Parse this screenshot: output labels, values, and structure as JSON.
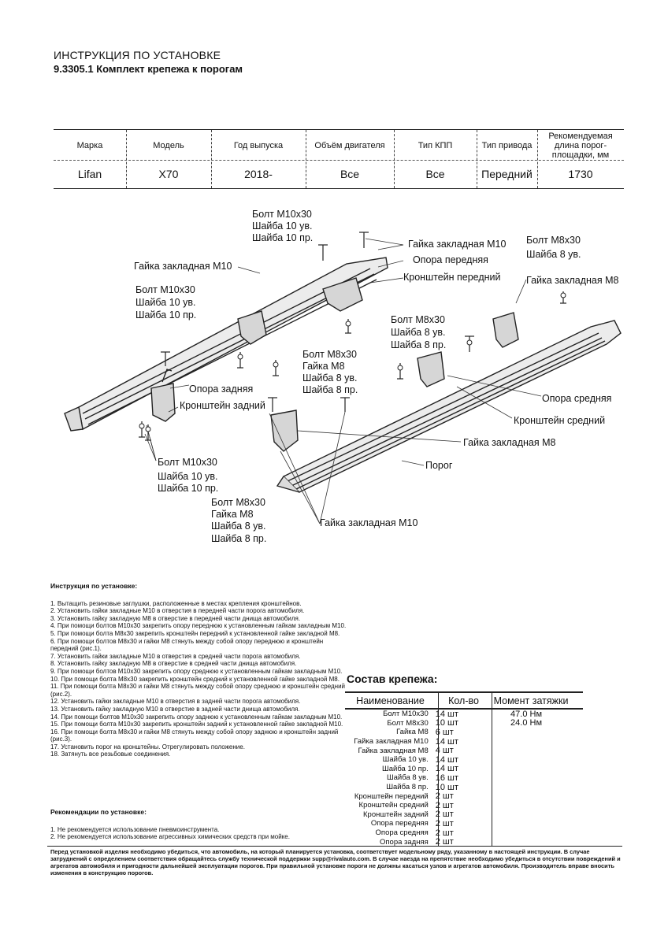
{
  "header": {
    "title": "ИНСТРУКЦИЯ ПО УСТАНОВКЕ",
    "subtitle": "9.3305.1 Комплект крепежа к порогам"
  },
  "spec_table": {
    "headers": [
      "Марка",
      "Модель",
      "Год выпуска",
      "Объём двигателя",
      "Тип КПП",
      "Тип привода",
      "Рекомендуемая длина порог-площадки, мм"
    ],
    "values": [
      "Lifan",
      "X70",
      "2018-",
      "Все",
      "Все",
      "Передний",
      "1730"
    ]
  },
  "diagram": {
    "labels": {
      "bolt_top_1": "Болт М10х30",
      "washer_top_1a": "Шайба 10 ув.",
      "washer_top_1b": "Шайба 10 пр.",
      "nut_m10_front": "Гайка закладная М10",
      "support_front": "Опора передняя",
      "bracket_front": "Кронштейн передний",
      "bolt_m8_right": "Болт М8х30",
      "washer_m8_right_a": "Шайба 8 ув.",
      "nut_m8_right": "Гайка закладная М8",
      "nut_m10_left": "Гайка закладная М10",
      "bolt_left_1": "Болт М10х30",
      "washer_left_1a": "Шайба 10 ув.",
      "washer_left_1b": "Шайба 10 пр.",
      "bolt_mid_1": "Болт М8х30",
      "washer_mid_1a": "Шайба 8 ув.",
      "washer_mid_1b": "Шайба 8 пр.",
      "bolt_center": "Болт М8х30",
      "nut_center": "Гайка М8",
      "washer_center_a": "Шайба 8 ув.",
      "washer_center_b": "Шайба 8 пр.",
      "support_rear": "Опора задняя",
      "bracket_rear": "Кронштейн задний",
      "support_mid": "Опора средняя",
      "bracket_mid": "Кронштейн средний",
      "nut_m8_bottom": "Гайка закладная М8",
      "sill": "Порог",
      "bolt_bottom_1": "Болт М10х30",
      "washer_bottom_1a": "Шайба 10 ув.",
      "washer_bottom_1b": "Шайба 10 пр.",
      "bolt_bottom_2": "Болт М8х30",
      "nut_bottom_2": "Гайка М8",
      "washer_bottom_2a": "Шайба 8 ув.",
      "washer_bottom_2b": "Шайба 8 пр.",
      "nut_m10_bottom": "Гайка закладная М10"
    }
  },
  "instructions": {
    "heading": "Инструкция по установке:",
    "steps": [
      "1. Вытащить резиновые заглушки, расположенные в местах крепления кронштейнов.",
      "2. Установить гайки закладные М10 в отверстия в передней части порога автомобиля.",
      "3. Установить гайку закладную М8 в отверстие в передней части днища автомобиля.",
      "4. При помощи болтов М10х30 закрепить опору переднюю к установленным гайкам закладным М10.",
      "5. При помощи болта М8х30 закрепить кронштейн передний к установленной гайке закладной М8.",
      "6. При помощи болтов М8х30 и гайки М8 стянуть между собой опору переднюю и кронштейн передний (рис.1).",
      "7. Установить гайки закладные М10 в отверстия в средней части порога автомобиля.",
      "8. Установить гайку закладную М8 в отверстие в средней части днища автомобиля.",
      "9. При помощи болтов М10х30 закрепить опору среднюю к установленным гайкам закладным М10.",
      "10. При помощи болта М8х30 закрепить кронштейн средний к установленной гайке закладной М8.",
      "11. При помощи болта М8х30 и гайки М8 стянуть между собой опору среднюю и кронштейн средний (рис.2).",
      "12. Установить гайки закладные М10 в отверстия в задней части порога автомобиля.",
      "13. Установить гайку закладную М10 в отверстие в задней части днища автомобиля.",
      "14. При помощи болтов М10х30 закрепить опору заднюю к установленным гайкам закладным М10.",
      "15. При помощи болта М10х30 закрепить кронштейн задний к установленной гайке закладной М10.",
      "16. При помощи болта М8х30 и гайки М8 стянуть между собой опору заднюю и кронштейн задний (рис.3).",
      "17. Установить порог на кронштейны. Отрегулировать положение.",
      "18. Затянуть все резьбовые соединения."
    ]
  },
  "recommendations": {
    "heading": "Рекомендации по установке:",
    "items": [
      "1. Не рекомендуется использование пневмоинструмента.",
      "2. Не рекомендуется использование агрессивных химических средств при мойке."
    ]
  },
  "parts": {
    "title": "Состав крепежа:",
    "headers": [
      "Наименование",
      "Кол-во",
      "Момент затяжки"
    ],
    "rows": [
      [
        "Болт М10х30",
        "14 шт",
        "47.0 Нм"
      ],
      [
        "Болт М8х30",
        "10 шт",
        "24.0 Нм"
      ],
      [
        "Гайка М8",
        "6 шт",
        ""
      ],
      [
        "Гайка закладная М10",
        "14 шт",
        ""
      ],
      [
        "Гайка закладная М8",
        "4 шт",
        ""
      ],
      [
        "Шайба 10 ув.",
        "14 шт",
        ""
      ],
      [
        "Шайба 10 пр.",
        "14 шт",
        ""
      ],
      [
        "Шайба 8 ув.",
        "16 шт",
        ""
      ],
      [
        "Шайба 8 пр.",
        "10 шт",
        ""
      ],
      [
        "Кронштейн передний",
        "2 шт",
        ""
      ],
      [
        "Кронштейн средний",
        "2 шт",
        ""
      ],
      [
        "Кронштейн задний",
        "2 шт",
        ""
      ],
      [
        "Опора передняя",
        "2 шт",
        ""
      ],
      [
        "Опора средняя",
        "2 шт",
        ""
      ],
      [
        "Опора задняя",
        "2 шт",
        ""
      ]
    ]
  },
  "footer": {
    "text": "Перед установкой изделия необходимо убедиться, что автомобиль, на который планируется установка, соответствует модельному ряду, указанному в настоящей инструкции. В случае затруднений с определением соответствия обращайтесь службу технической поддержки supp@rivalauto.com. В случае наезда на препятствие необходимо убедиться в отсутствии повреждений и агрегатов автомобиля и пригодности дальнейшей эксплуатации порогов. При правильной установке пороги не должны касаться узлов и агрегатов автомобиля. Производитель вправе вносить изменения в конструкцию порогов."
  }
}
